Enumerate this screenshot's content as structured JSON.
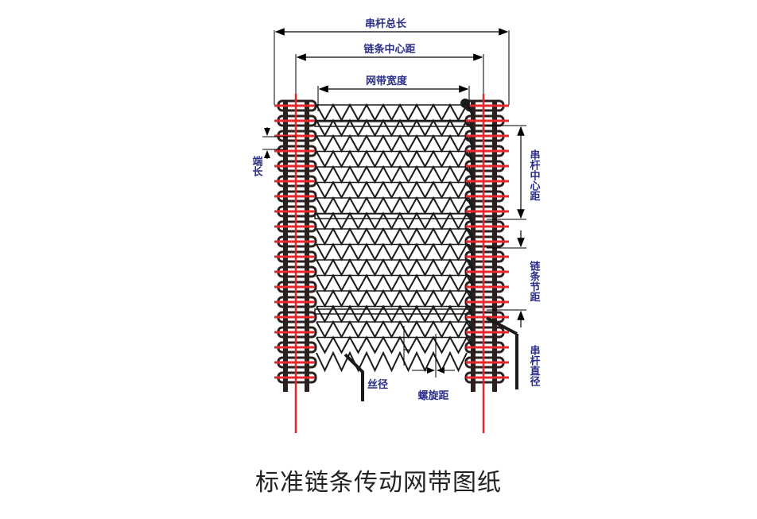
{
  "caption": "标准链条传动网带图纸",
  "labels": {
    "rod_total_length": "串杆总长",
    "chain_center_distance": "链条中心距",
    "belt_width": "网带宽度",
    "rod_center_distance": "串杆中心距",
    "chain_pitch": "链条节距",
    "rod_diameter": "串杆直径",
    "wire_diameter": "丝径",
    "spiral_pitch": "螺旋距",
    "end_length": "端长"
  },
  "colors": {
    "rod": "#e8262b",
    "chain": "#2a2020",
    "mesh": "#1a1a1a",
    "label": "#2b2f8a",
    "caption": "#222222"
  }
}
